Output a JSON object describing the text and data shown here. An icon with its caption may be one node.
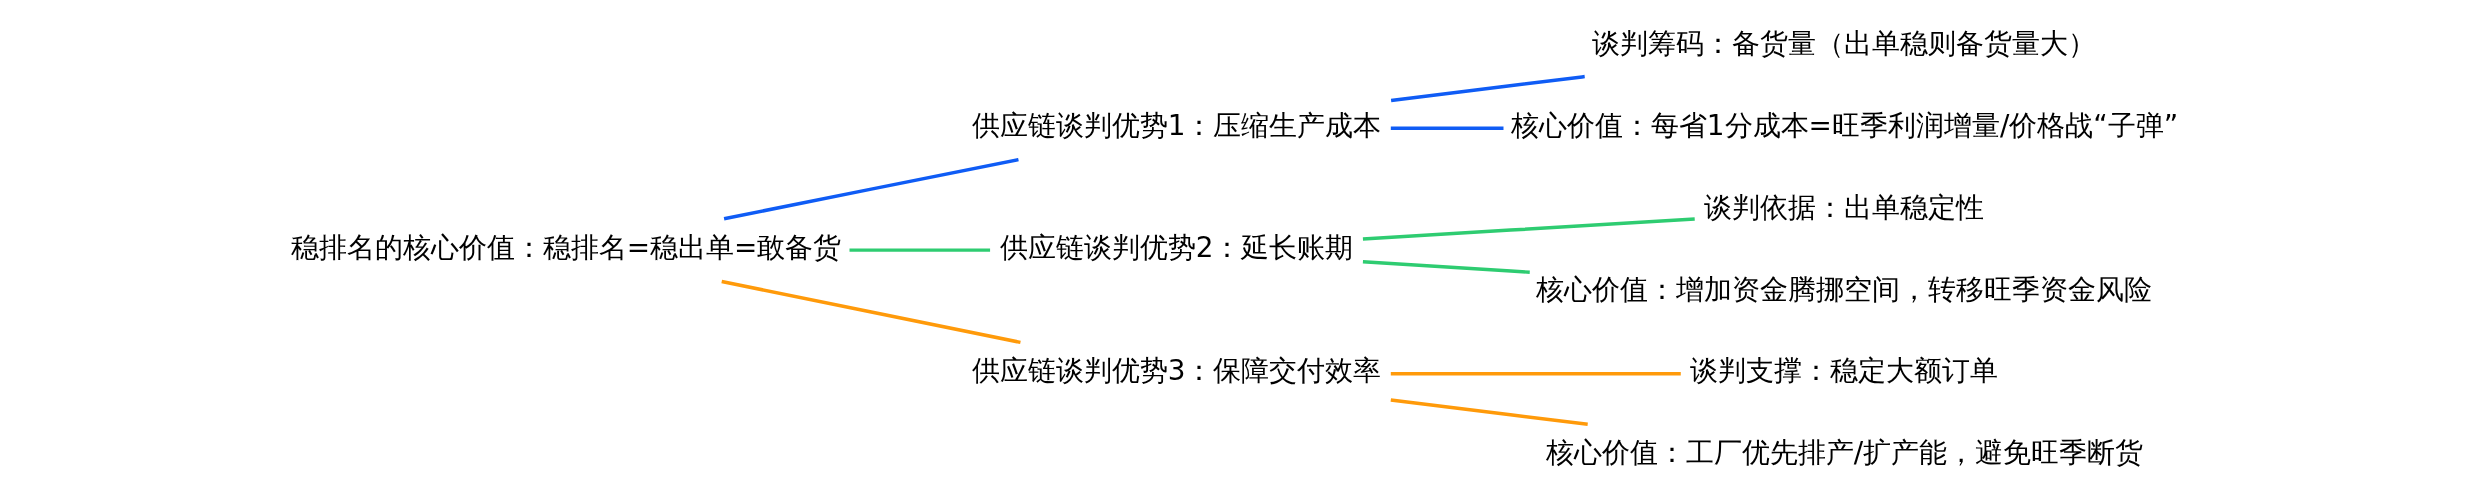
{
  "diagram": {
    "nodes": [
      {
        "text": [
          "稳排名的核心价值：稳排名=稳出单=敢备货"
        ]
      },
      {
        "text": [
          "供应链谈判优势1：压缩生产成本"
        ]
      },
      {
        "text": [
          "谈判筹码：备货量（出单稳则备货量大）"
        ]
      },
      {
        "text": [
          "核心价值：每省1分成本=旺季利润增量/价格战“子弹”"
        ]
      },
      {
        "text": [
          "供应链谈判优势2：延长账期"
        ]
      },
      {
        "text": [
          "谈判依据：出单稳定性"
        ]
      },
      {
        "text": [
          "核心价值：增加资金腾挪空间，转移旺季资金风险"
        ]
      },
      {
        "text": [
          "供应链谈判优势3：保障交付效率"
        ]
      },
      {
        "text": [
          "谈判支撑：稳定大额订单"
        ]
      },
      {
        "text": [
          "核心价值：工厂优先排产/扩产能，避免旺季断货"
        ]
      }
    ],
    "edges": [
      {
        "from": 0,
        "to": 1,
        "arrow": "none",
        "color": "#0f5cf5"
      },
      {
        "from": 1,
        "to": 2,
        "arrow": "none",
        "color": "#0f5cf5"
      },
      {
        "from": 1,
        "to": 3,
        "arrow": "none",
        "color": "#0f5cf5"
      },
      {
        "from": 0,
        "to": 4,
        "arrow": "none",
        "color": "#2ecc71"
      },
      {
        "from": 4,
        "to": 5,
        "arrow": "none",
        "color": "#2ecc71"
      },
      {
        "from": 4,
        "to": 6,
        "arrow": "none",
        "color": "#2ecc71"
      },
      {
        "from": 0,
        "to": 7,
        "arrow": "none",
        "color": "#ff9a0a"
      },
      {
        "from": 7,
        "to": 8,
        "arrow": "none",
        "color": "#ff9a0a"
      },
      {
        "from": 7,
        "to": 9,
        "arrow": "none",
        "color": "#ff9a0a"
      }
    ]
  }
}
